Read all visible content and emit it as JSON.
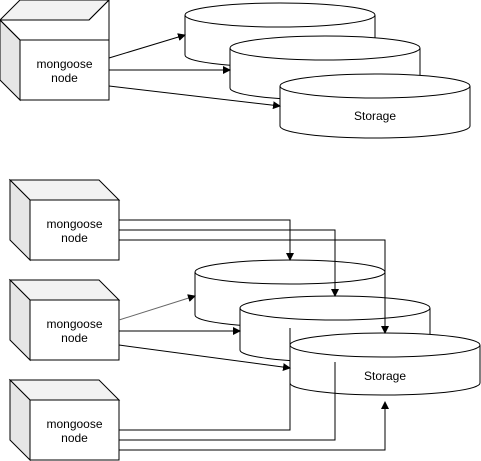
{
  "diagram_top": {
    "node": {
      "line1": "mongoose",
      "line2": "node"
    },
    "storage_label": "Storage"
  },
  "diagram_bottom": {
    "nodes": [
      {
        "line1": "mongoose",
        "line2": "node"
      },
      {
        "line1": "mongoose",
        "line2": "node"
      },
      {
        "line1": "mongoose",
        "line2": "node"
      }
    ],
    "storage_label": "Storage"
  },
  "colors": {
    "stroke": "#000000",
    "fill": "#ffffff",
    "side": "#e6e6e6",
    "top": "#f2f2f2"
  }
}
